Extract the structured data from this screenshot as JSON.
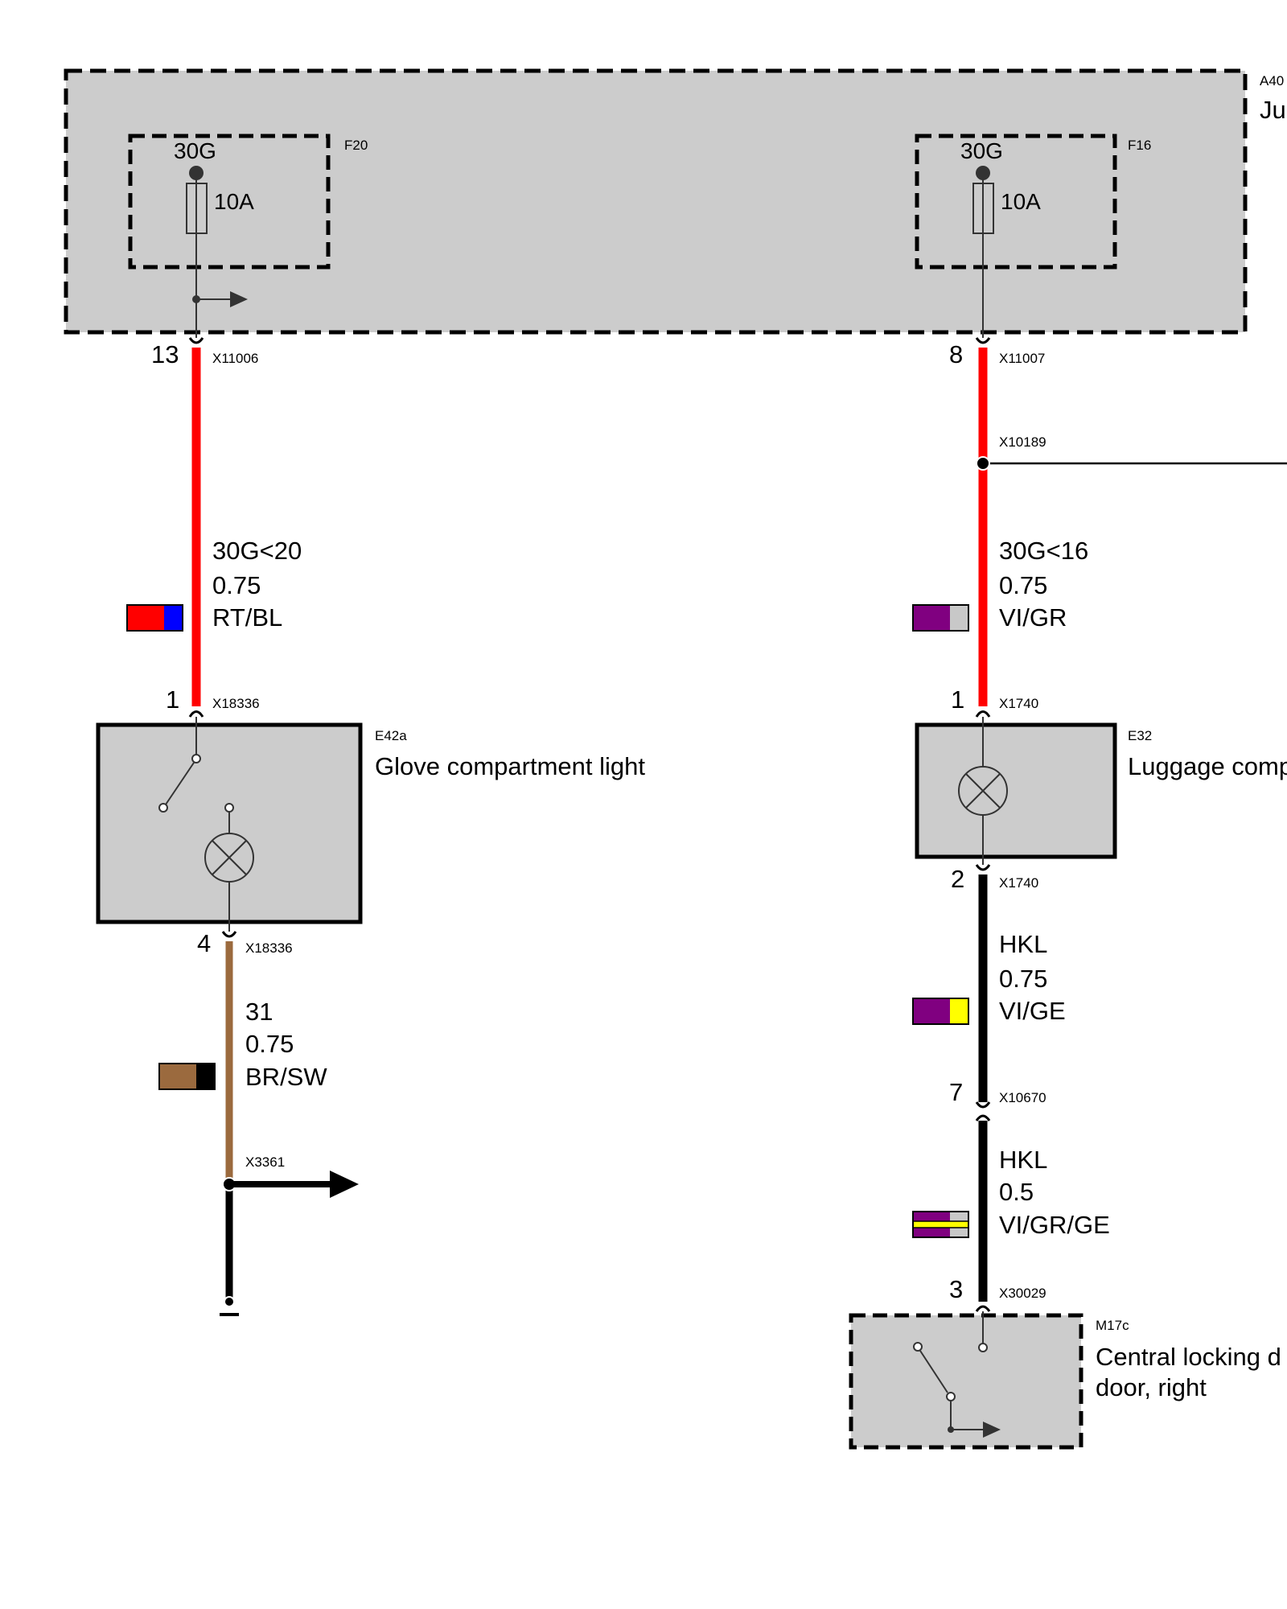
{
  "colors": {
    "red_wire": "#ff0000",
    "brown_wire": "#9b6a3e",
    "black_wire": "#000000",
    "component_fill": "#cccccc",
    "violet": "#800080",
    "blue": "#0000ff",
    "grey": "#c8c8c8",
    "yellow": "#ffff00"
  },
  "junction_box": {
    "id": "A40",
    "label": "Ju"
  },
  "fuses": [
    {
      "id": "F20",
      "terminal": "30G",
      "rating": "10A"
    },
    {
      "id": "F16",
      "terminal": "30G",
      "rating": "10A"
    }
  ],
  "connectors": {
    "x11006": {
      "id": "X11006",
      "pin": "13"
    },
    "x11007": {
      "id": "X11007",
      "pin": "8"
    },
    "x10189": {
      "id": "X10189"
    },
    "x18336_in": {
      "id": "X18336",
      "pin": "1"
    },
    "x18336_out": {
      "id": "X18336",
      "pin": "4"
    },
    "x1740_in": {
      "id": "X1740",
      "pin": "1"
    },
    "x1740_out": {
      "id": "X1740",
      "pin": "2"
    },
    "x10670": {
      "id": "X10670",
      "pin": "7"
    },
    "x30029": {
      "id": "X30029",
      "pin": "3"
    },
    "x3361": {
      "id": "X3361"
    }
  },
  "wires": {
    "w1": {
      "signal": "30G<20",
      "gauge": "0.75",
      "color_code": "RT/BL"
    },
    "w2": {
      "signal": "30G<16",
      "gauge": "0.75",
      "color_code": "VI/GR"
    },
    "w3": {
      "signal": "31",
      "gauge": "0.75",
      "color_code": "BR/SW"
    },
    "w4": {
      "signal": "HKL",
      "gauge": "0.75",
      "color_code": "VI/GE"
    },
    "w5": {
      "signal": "HKL",
      "gauge": "0.5",
      "color_code": "VI/GR/GE"
    }
  },
  "components": {
    "e42a": {
      "id": "E42a",
      "name": "Glove compartment light"
    },
    "e32": {
      "id": "E32",
      "name": "Luggage comp"
    },
    "m17c": {
      "id": "M17c",
      "name_line1": "Central locking d",
      "name_line2": "door, right"
    }
  }
}
